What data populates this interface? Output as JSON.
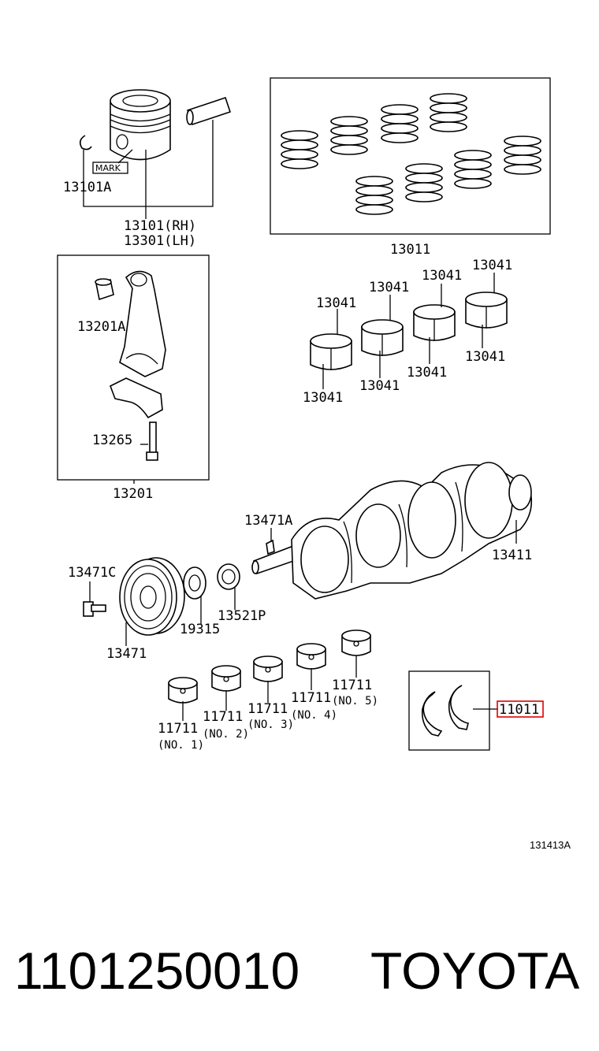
{
  "labels": {
    "piston_clip": "13101A",
    "mark": "MARK",
    "piston_rh": "13101(RH)",
    "piston_lh": "13301(LH)",
    "ring_set": "13011",
    "rod_bushing": "13201A",
    "rod_bolt": "13265",
    "conn_rod": "13201",
    "rod_bearing": "13041",
    "crank_key": "13471A",
    "crankshaft": "13411",
    "pulley_bolt": "13471C",
    "timing_gear": "19315",
    "pilot_bearing": "13521P",
    "pulley": "13471",
    "main_bearing": "11711",
    "no1": "(NO. 1)",
    "no2": "(NO. 2)",
    "no3": "(NO. 3)",
    "no4": "(NO. 4)",
    "no5": "(NO. 5)",
    "thrust_washer": "11011",
    "figure_code": "131413A"
  },
  "highlight_color": "#e00000",
  "footer": {
    "part_number": "1101250010",
    "brand": "TOYOTA"
  }
}
